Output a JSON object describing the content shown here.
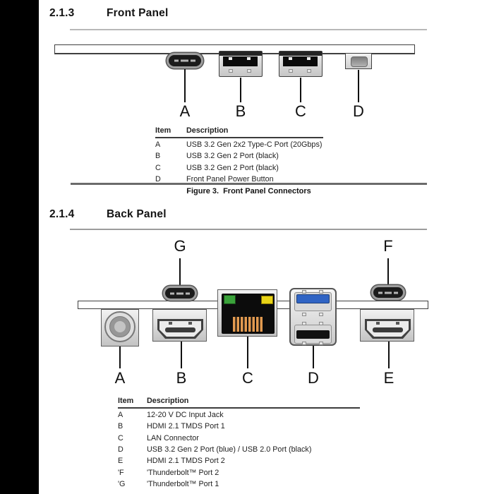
{
  "front_section": {
    "number": "2.1.3",
    "title": "Front Panel"
  },
  "back_section": {
    "number": "2.1.4",
    "title": "Back Panel"
  },
  "front": {
    "labels": {
      "a": "A",
      "b": "B",
      "c": "C",
      "d": "D"
    },
    "table": {
      "headers": {
        "item": "Item",
        "description": "Description"
      },
      "rows": [
        {
          "item": "A",
          "description": "USB 3.2 Gen 2x2 Type-C Port (20Gbps)"
        },
        {
          "item": "B",
          "description": "USB 3.2 Gen 2 Port (black)"
        },
        {
          "item": "C",
          "description": "USB 3.2 Gen 2 Port (black)"
        },
        {
          "item": "D",
          "description": "Front Panel Power Button"
        }
      ]
    },
    "figure_caption": {
      "label": "Figure 3.",
      "title": "Front Panel Connectors"
    }
  },
  "back": {
    "labels": {
      "a": "A",
      "b": "B",
      "c": "C",
      "d": "D",
      "e": "E",
      "f": "F",
      "g": "G"
    },
    "table": {
      "headers": {
        "item": "Item",
        "description": "Description"
      },
      "rows": [
        {
          "item": "A",
          "description": "12-20 V DC Input Jack"
        },
        {
          "item": "B",
          "description": "HDMI 2.1 TMDS Port 1"
        },
        {
          "item": "C",
          "description": "LAN Connector"
        },
        {
          "item": "D",
          "description": "USB 3.2 Gen 2 Port (blue) / USB 2.0 Port (black)"
        },
        {
          "item": "E",
          "description": "HDMI 2.1 TMDS Port 2"
        },
        {
          "item": "'F",
          "description": "'Thunderbolt™ Port 2"
        },
        {
          "item": "'G",
          "description": "'Thunderbolt™ Port 1"
        }
      ]
    }
  },
  "colors": {
    "usb3_blue": "#3064c4",
    "led_green": "#3aa23a",
    "led_amber": "#e9d417",
    "lan_pins_orange": "#e29a50",
    "left_border": "#000000"
  }
}
